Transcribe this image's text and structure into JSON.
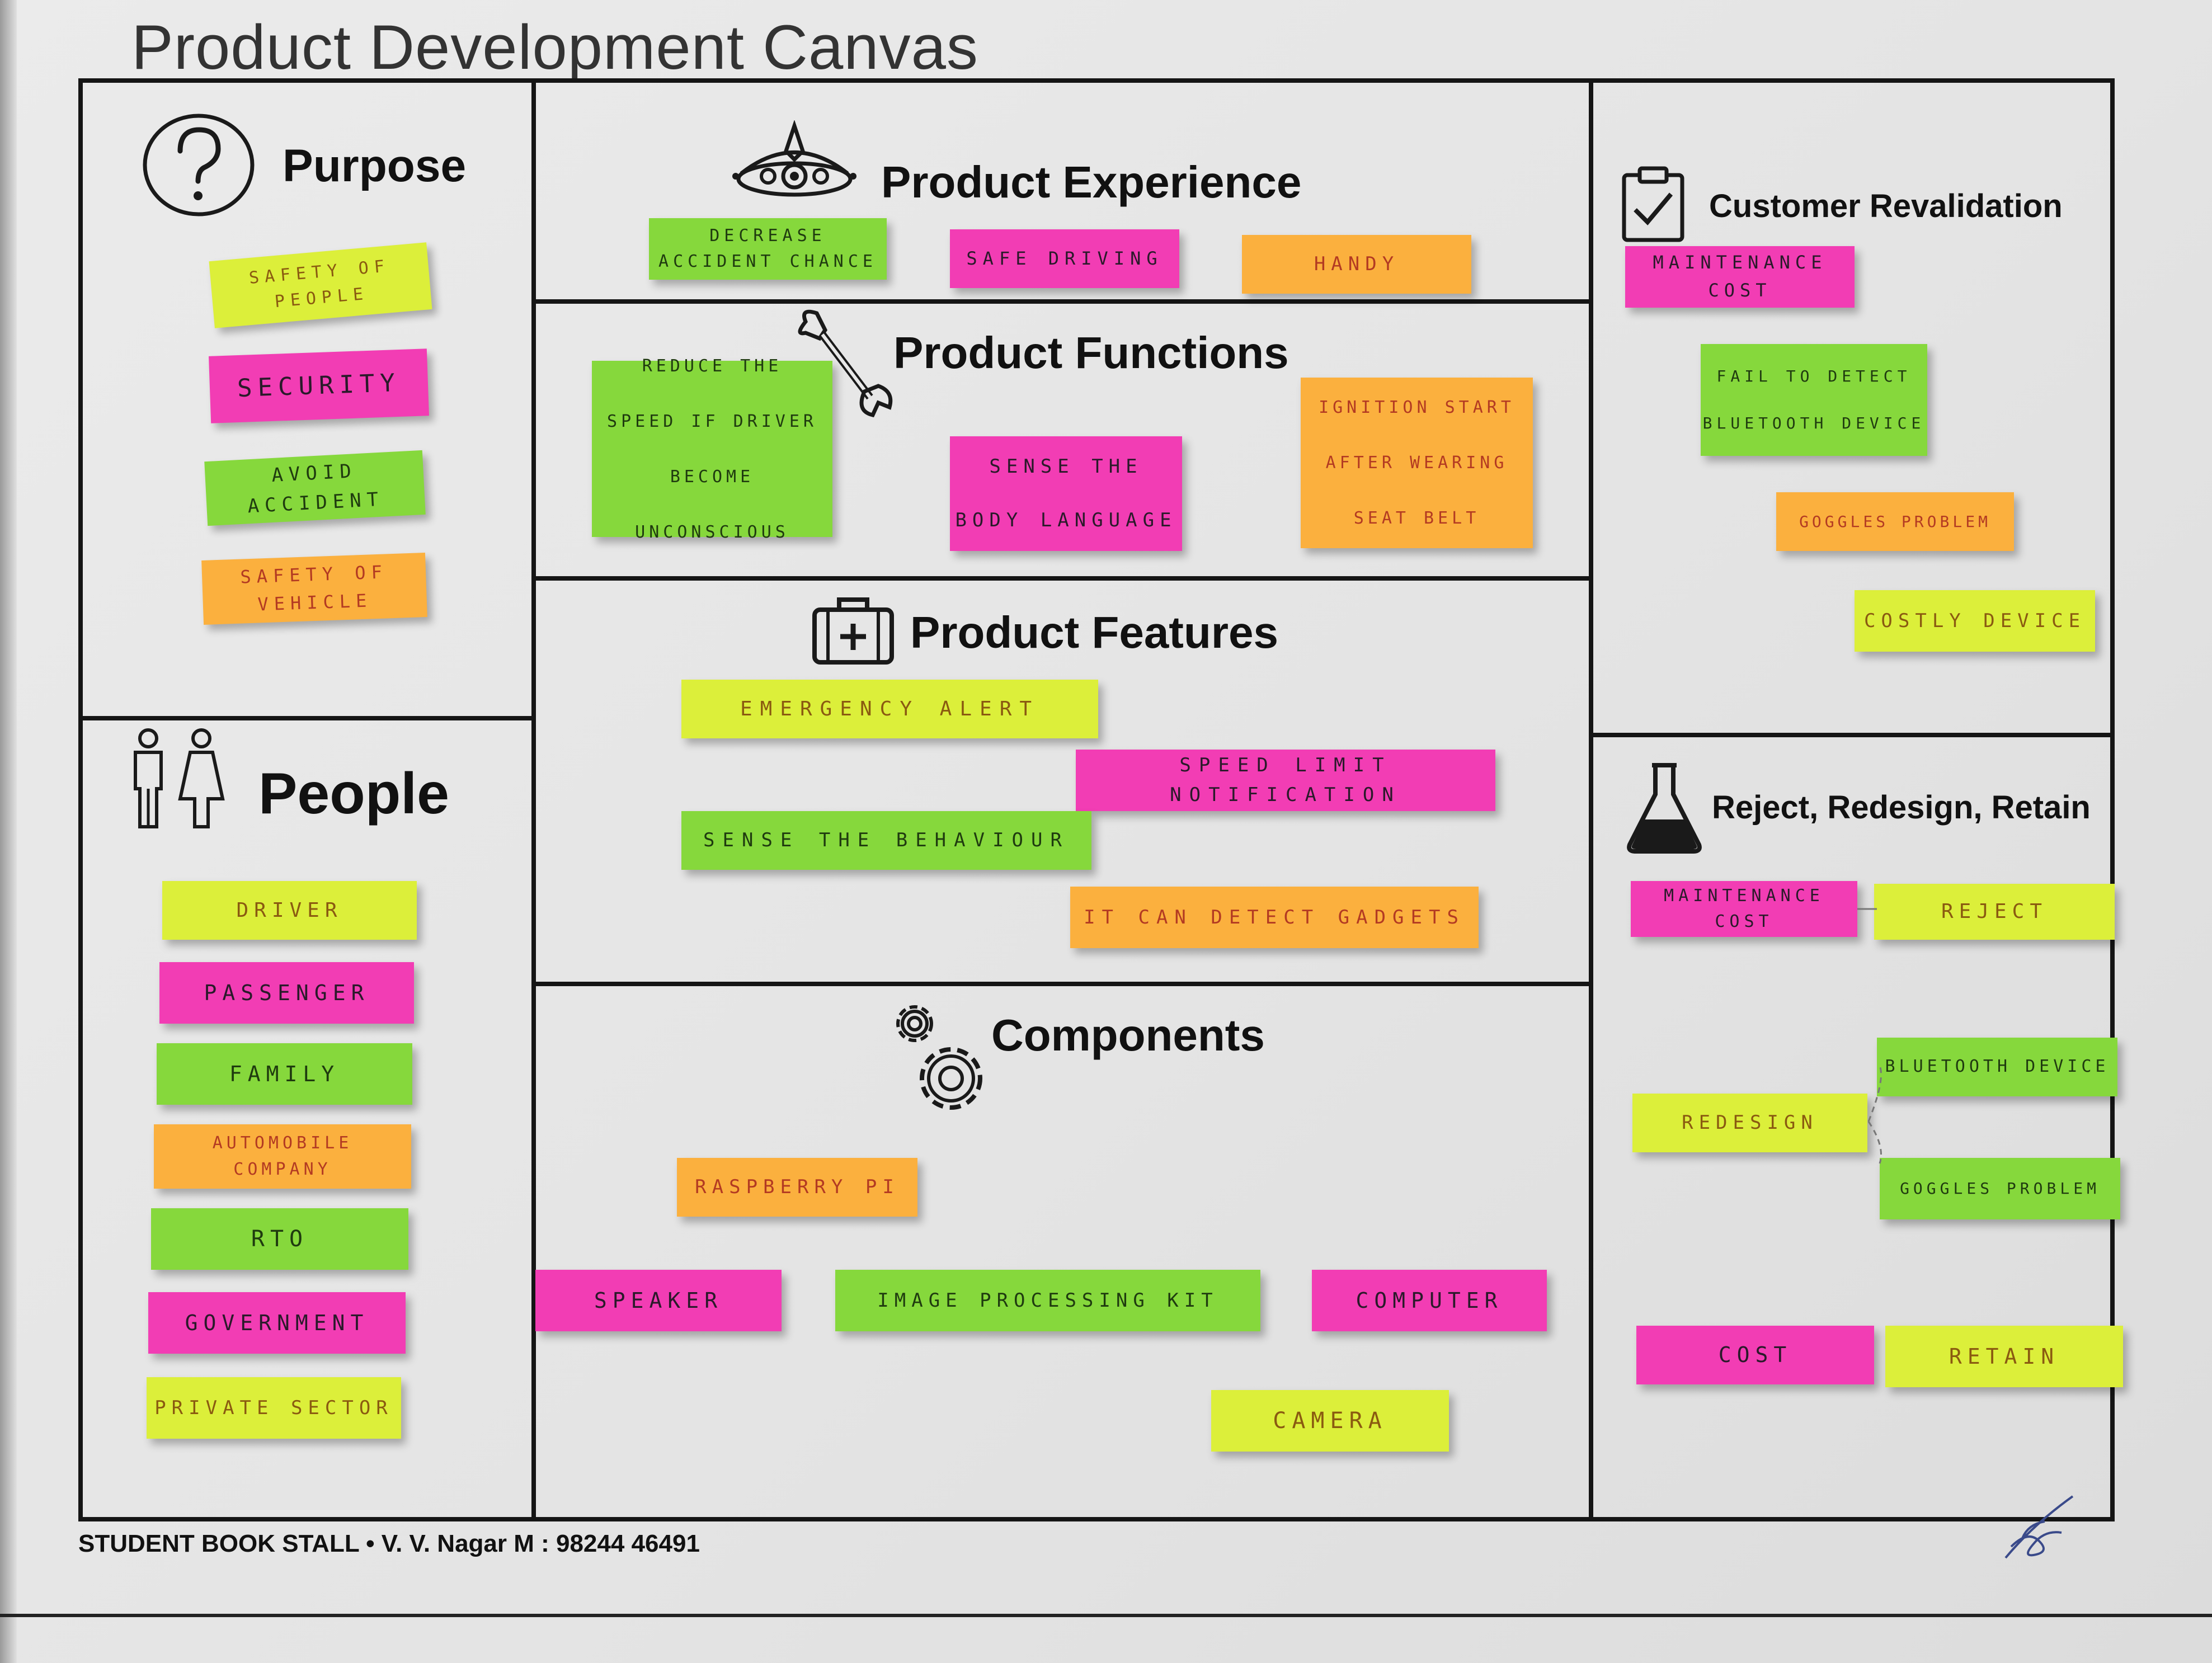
{
  "canvas": {
    "title": "Product Development Canvas",
    "footer": "STUDENT BOOK STALL • V. V. Nagar M : 98244 46491"
  },
  "colors": {
    "yellow": "#dcef3a",
    "pink": "#f23db4",
    "green": "#86d83c",
    "orange": "#fbb03e",
    "ink_yellow": "#8a5a10",
    "ink_pink": "#2a1a2a",
    "ink_green": "#1f3b0f",
    "ink_orange": "#b33a22"
  },
  "sections": {
    "purpose": {
      "title": "Purpose",
      "icon": "question-mark-icon",
      "notes": [
        {
          "text": "Safety of people",
          "color": "yellow"
        },
        {
          "text": "Security",
          "color": "pink"
        },
        {
          "text": "Avoid accident",
          "color": "green"
        },
        {
          "text": "Safety of vehicle",
          "color": "orange"
        }
      ]
    },
    "people": {
      "title": "People",
      "icon": "people-icon",
      "notes": [
        {
          "text": "Driver",
          "color": "yellow"
        },
        {
          "text": "Passenger",
          "color": "pink"
        },
        {
          "text": "Family",
          "color": "green"
        },
        {
          "text": "Automobile\ncompany",
          "color": "orange"
        },
        {
          "text": "RTO",
          "color": "green"
        },
        {
          "text": "Government",
          "color": "pink"
        },
        {
          "text": "Private sector",
          "color": "yellow"
        }
      ]
    },
    "product_experience": {
      "title": "Product Experience",
      "icon": "crown-icon",
      "notes": [
        {
          "text": "Decrease\naccident chance",
          "color": "green"
        },
        {
          "text": "Safe driving",
          "color": "pink"
        },
        {
          "text": "Handy",
          "color": "orange"
        }
      ]
    },
    "product_functions": {
      "title": "Product Functions",
      "icon": "wrench-icon",
      "notes": [
        {
          "text": "Reduce the\nspeed if driver\nbecome unconscious",
          "color": "green"
        },
        {
          "text": "Sense the\nbody language",
          "color": "pink"
        },
        {
          "text": "Ignition start\nafter wearing\nseat belt",
          "color": "orange"
        }
      ]
    },
    "product_features": {
      "title": "Product Features",
      "icon": "first-aid-kit-icon",
      "notes": [
        {
          "text": "Emergency alert",
          "color": "yellow"
        },
        {
          "text": "Speed limit notification",
          "color": "pink"
        },
        {
          "text": "Sense the behaviour",
          "color": "green"
        },
        {
          "text": "It can detect gadgets",
          "color": "orange"
        }
      ]
    },
    "components": {
      "title": "Components",
      "icon": "gears-icon",
      "notes": [
        {
          "text": "Raspberry pi",
          "color": "orange"
        },
        {
          "text": "Speaker",
          "color": "pink"
        },
        {
          "text": "Image processing kit",
          "color": "green"
        },
        {
          "text": "Computer",
          "color": "pink"
        },
        {
          "text": "Camera",
          "color": "yellow"
        }
      ]
    },
    "customer_revalidation": {
      "title": "Customer Revalidation",
      "icon": "clipboard-check-icon",
      "notes": [
        {
          "text": "Maintenance\ncost",
          "color": "pink"
        },
        {
          "text": "Fail to detect\nbluetooth device",
          "color": "green"
        },
        {
          "text": "Goggles problem",
          "color": "orange"
        },
        {
          "text": "Costly device",
          "color": "yellow"
        }
      ]
    },
    "reject_redesign_retain": {
      "title": "Reject, Redesign, Retain",
      "icon": "flask-icon",
      "notes": [
        {
          "text": "Maintenance\ncost",
          "color": "pink"
        },
        {
          "text": "Reject",
          "color": "yellow"
        },
        {
          "text": "Bluetooth device",
          "color": "green"
        },
        {
          "text": "Redesign",
          "color": "yellow"
        },
        {
          "text": "Goggles problem",
          "color": "green"
        },
        {
          "text": "Cost",
          "color": "pink"
        },
        {
          "text": "Retain",
          "color": "yellow"
        }
      ]
    }
  }
}
